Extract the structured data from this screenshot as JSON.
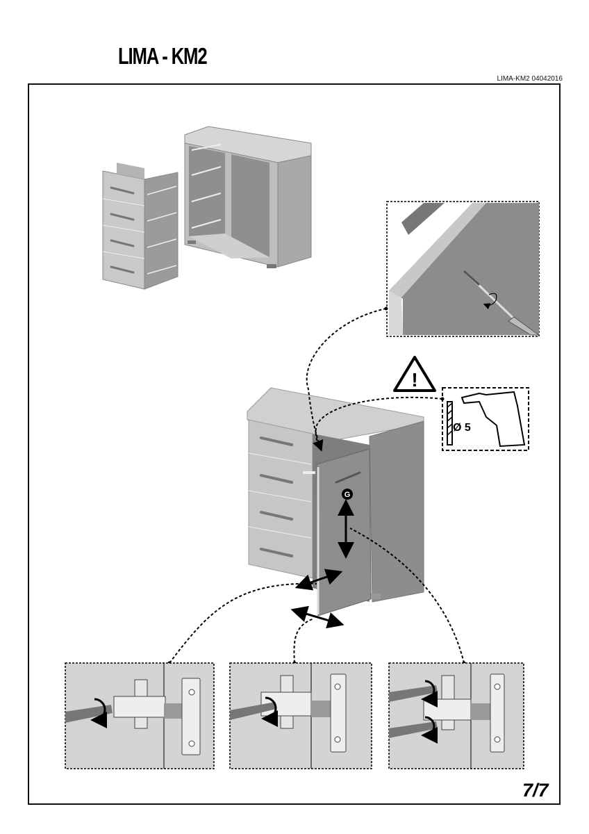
{
  "header": {
    "title": "LIMA - KM2",
    "doc_code": "LIMA-KM2 04042016"
  },
  "illustrations": {
    "exploded_view": {
      "icon": "exploded-dresser-drawers",
      "drawer_count": 4
    },
    "detail_handle_screw": {
      "icon": "screwdriver-handle-icon"
    },
    "warning": {
      "icon": "warning-triangle-icon",
      "symbol": "!"
    },
    "drill_detail": {
      "icon": "drill-icon",
      "bit_label": "Ø 5"
    },
    "assembled_view": {
      "icon": "assembled-dresser-with-door",
      "door_label": "G"
    },
    "hinge_adjustments": [
      {
        "icon": "hinge-adjust-depth"
      },
      {
        "icon": "hinge-adjust-side"
      },
      {
        "icon": "hinge-adjust-height"
      }
    ]
  },
  "footer": {
    "page": "7/7"
  }
}
